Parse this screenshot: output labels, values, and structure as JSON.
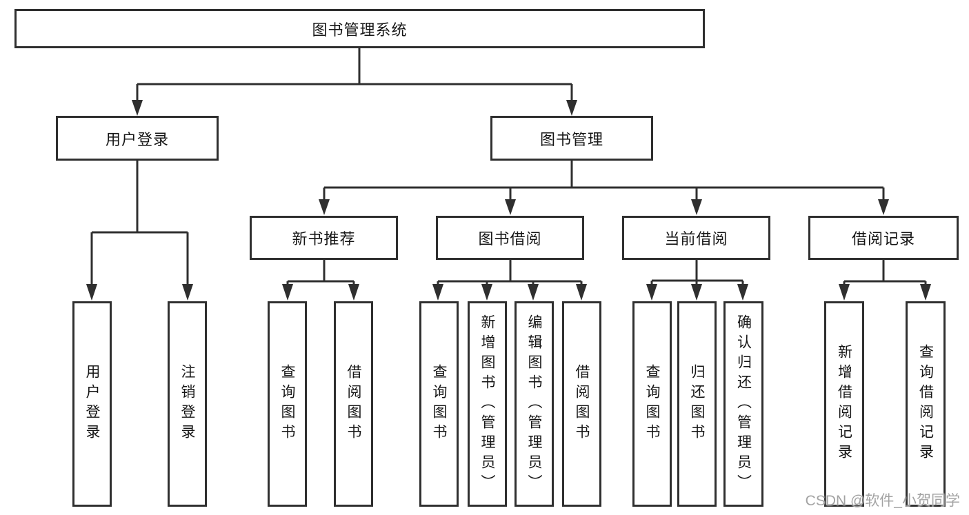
{
  "tree": {
    "root": {
      "label": "图书管理系统",
      "children": [
        {
          "label": "用户登录",
          "children": [
            {
              "label": "用户登录"
            },
            {
              "label": "注销登录"
            }
          ]
        },
        {
          "label": "图书管理",
          "children": [
            {
              "label": "新书推荐",
              "children": [
                {
                  "label": "查询图书"
                },
                {
                  "label": "借阅图书"
                }
              ]
            },
            {
              "label": "图书借阅",
              "children": [
                {
                  "label": "查询图书"
                },
                {
                  "label": "新增图书（管理员）"
                },
                {
                  "label": "编辑图书（管理员）"
                },
                {
                  "label": "借阅图书"
                }
              ]
            },
            {
              "label": "当前借阅",
              "children": [
                {
                  "label": "查询图书"
                },
                {
                  "label": "归还图书"
                },
                {
                  "label": "确认归还（管理员）"
                }
              ]
            },
            {
              "label": "借阅记录",
              "children": [
                {
                  "label": "新增借阅记录"
                },
                {
                  "label": "查询借阅记录"
                }
              ]
            }
          ]
        }
      ]
    }
  },
  "watermark": {
    "text": "CSDN @软件_小贺同学"
  },
  "colors": {
    "background": "#ffffff",
    "line": "#2f2f2f",
    "box_border": "#2f2f2f",
    "box_fill": "#ffffff",
    "text": "#161616",
    "watermark": "#a3a3a3"
  }
}
